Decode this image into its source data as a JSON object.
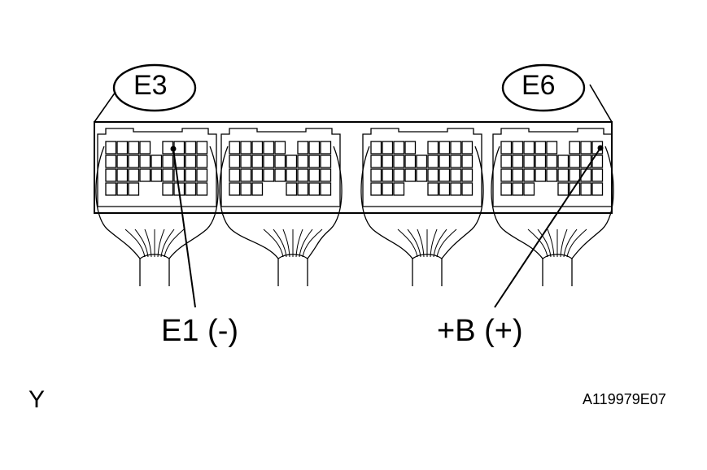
{
  "connectors": {
    "left_label": "E3",
    "right_label": "E6"
  },
  "terminals": {
    "ground_label": "E1 (-)",
    "battery_label": "+B (+)"
  },
  "footer": {
    "view_letter": "Y",
    "figure_code": "A119979E07"
  }
}
